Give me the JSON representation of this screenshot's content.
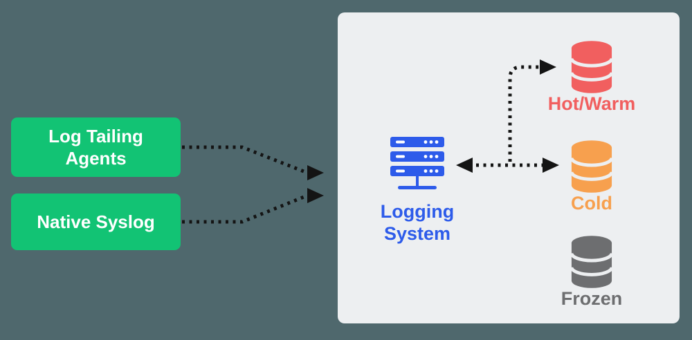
{
  "colors": {
    "background": "#4f686d",
    "panel": "#edeff1",
    "green": "#12c374",
    "box_text": "#ffffff",
    "blue": "#2d5bea",
    "red": "#f15f5f",
    "orange": "#f7a04e",
    "gray": "#6d6e70",
    "arrow": "#141414"
  },
  "sources": [
    {
      "label": "Log Tailing Agents"
    },
    {
      "label": "Native Syslog"
    }
  ],
  "system": {
    "label": "Logging System",
    "icon": "server-icon"
  },
  "tiers": [
    {
      "label": "Hot/Warm",
      "icon": "database-icon",
      "color": "#f15f5f"
    },
    {
      "label": "Cold",
      "icon": "database-icon",
      "color": "#f7a04e"
    },
    {
      "label": "Frozen",
      "icon": "database-icon",
      "color": "#6d6e70"
    }
  ]
}
